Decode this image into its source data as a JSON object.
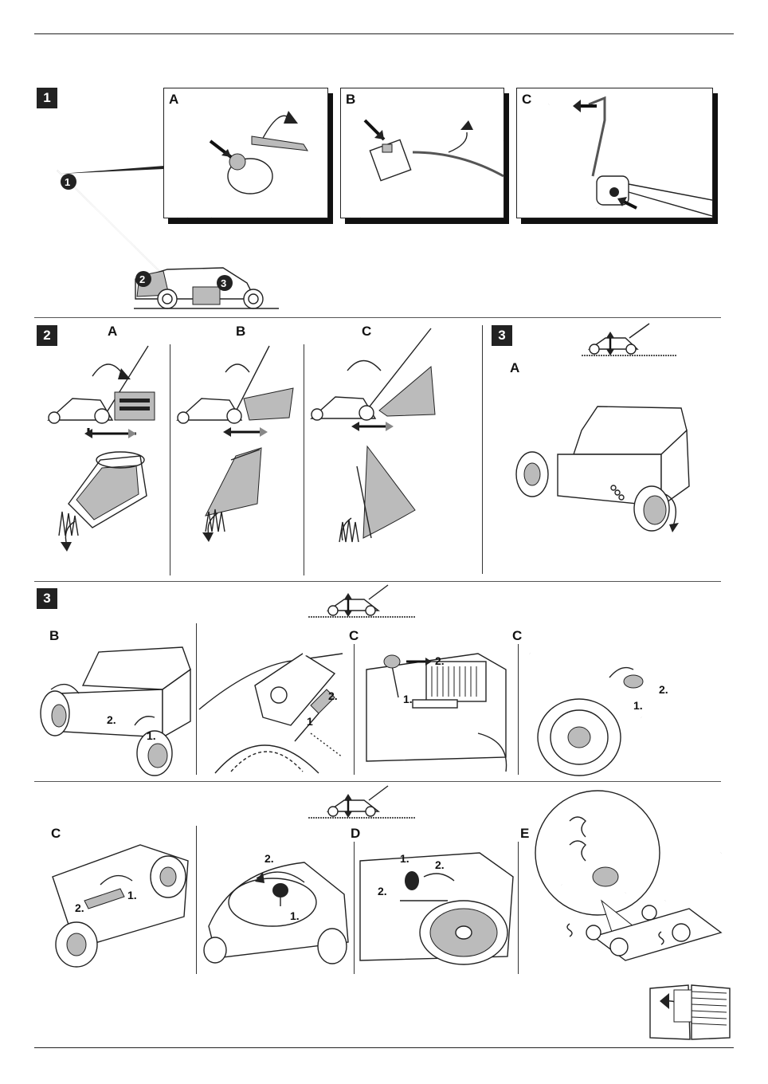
{
  "badges": {
    "s1": "1",
    "s2": "2",
    "s3a": "3",
    "s3b": "3"
  },
  "section1": {
    "panel_labels": [
      "A",
      "B",
      "C"
    ],
    "callouts": [
      "1",
      "2",
      "3"
    ]
  },
  "section2": {
    "labels": [
      "A",
      "B",
      "C"
    ]
  },
  "section3a": {
    "labels": [
      "A"
    ]
  },
  "section3b": {
    "labels": [
      "B",
      "C",
      "C"
    ],
    "steps": {
      "b": [
        "2.",
        "1."
      ],
      "lever": [
        "1",
        "2."
      ],
      "c1": [
        "2.",
        "1."
      ],
      "c2": [
        "1.",
        "2."
      ]
    }
  },
  "section3c": {
    "labels": [
      "C",
      "D",
      "E"
    ],
    "steps": {
      "c": [
        "1.",
        "2."
      ],
      "c2": [
        "2.",
        "1."
      ],
      "d": [
        "1.",
        "2.",
        "2."
      ]
    }
  },
  "icons": [
    "height-adjust-icon",
    "manual-reference-icon"
  ]
}
